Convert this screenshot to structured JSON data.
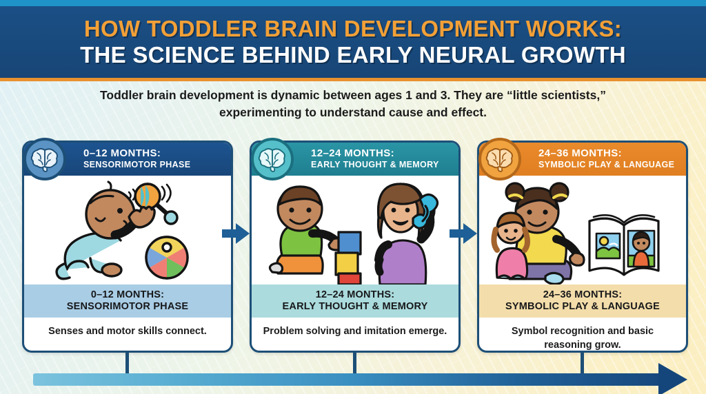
{
  "header": {
    "title_line1": "HOW TODDLER BRAIN DEVELOPMENT WORKS:",
    "title_line2": "THE SCIENCE BEHIND EARLY NEURAL GROWTH",
    "title_color": "#f2a037",
    "subtitle_color": "#ffffff",
    "background_color": "#1b4f85",
    "top_strip_color": "#1f92c8",
    "rule_color": "#e8912f"
  },
  "intro": {
    "text": "Toddler brain development is dynamic between ages 1 and 3. They are “little scientists,” experimenting to understand cause and effect."
  },
  "stages": [
    {
      "header_age": "0–12 MONTHS:",
      "header_phase": "SENSORIMOTOR PHASE",
      "band_age": "0–12 MONTHS:",
      "band_phase": "SENSORIMOTOR PHASE",
      "description": "Senses and motor skills connect.",
      "icon": "brain-icon",
      "accent_color": "#1d5490",
      "band_color": "#a9cde5",
      "illustration": "crawling-baby-reaching-for-rattle-with-beach-ball"
    },
    {
      "header_age": "12–24 MONTHS:",
      "header_phase": "EARLY THOUGHT & MEMORY",
      "band_age": "12–24 MONTHS:",
      "band_phase": "EARLY THOUGHT & MEMORY",
      "description": "Problem solving and imitation emerge.",
      "icon": "brain-icon",
      "accent_color": "#2a95a5",
      "band_color": "#abdbdd",
      "illustration": "toddler-stacking-blocks-and-woman-on-phone"
    },
    {
      "header_age": "24–36 MONTHS:",
      "header_phase": "SYMBOLIC PLAY & LANGUAGE",
      "band_age": "24–36 MONTHS:",
      "band_phase": "SYMBOLIC PLAY & LANGUAGE",
      "description": "Symbol recognition and basic reasoning grow.",
      "icon": "brain-icon",
      "accent_color": "#e98a2b",
      "band_color": "#f3ddaa",
      "illustration": "girl-holding-doll-with-open-picture-book"
    }
  ],
  "timeline": {
    "direction": "left-to-right",
    "start_color": "#7cc3de",
    "end_color": "#14477c",
    "arrow_icon": "right-arrow-icon"
  },
  "flow_arrows": {
    "icon": "right-arrow-icon",
    "color": "#1d5f96",
    "count": 2
  }
}
